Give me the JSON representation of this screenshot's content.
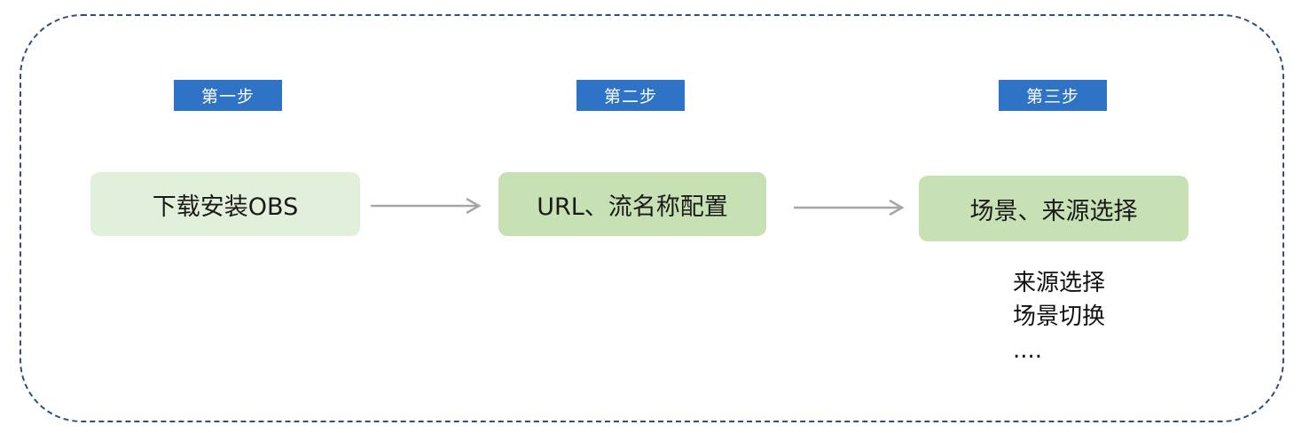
{
  "steps": [
    {
      "badge": "第一步",
      "label": "下载安装OBS"
    },
    {
      "badge": "第二步",
      "label": "URL、流名称配置"
    },
    {
      "badge": "第三步",
      "label": "场景、来源选择"
    }
  ],
  "notes": [
    "来源选择",
    "场景切换",
    "...."
  ],
  "colors": {
    "badge": "#2e73c6",
    "box_light": "#e2efdb",
    "box_mid": "#c7e0b4",
    "arrow": "#a6a6a6",
    "frame": "#2f4f7f"
  }
}
